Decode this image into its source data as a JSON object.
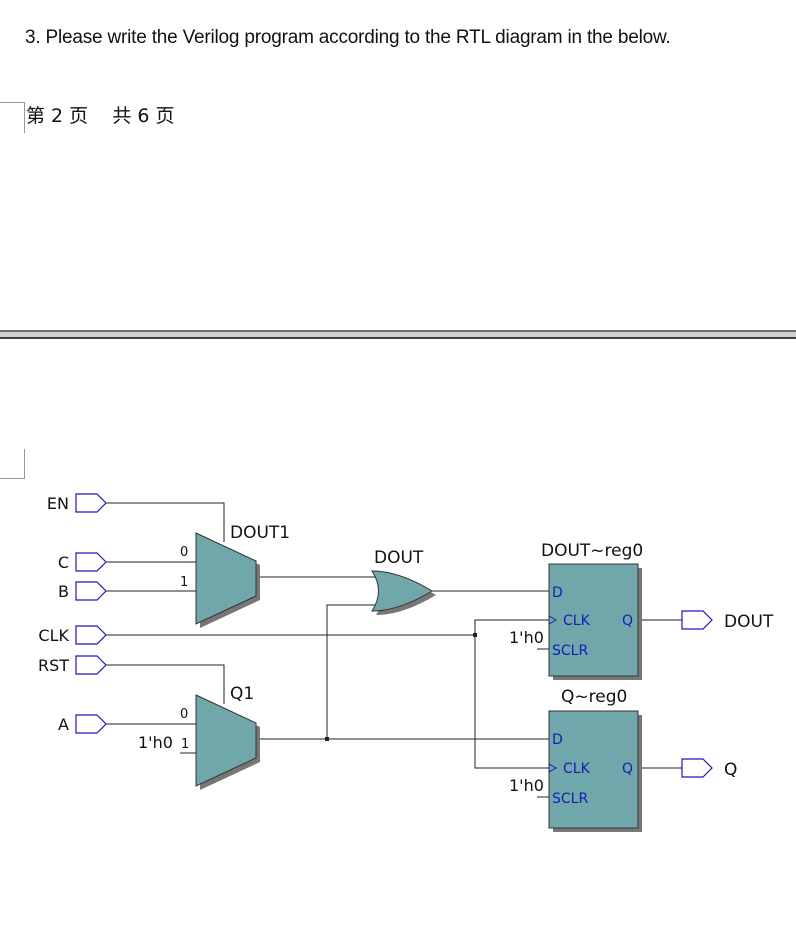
{
  "question": {
    "text": "3. Please write the Verilog program according to the RTL diagram in the below."
  },
  "page_footer": {
    "text": "第 2 页    共 6 页"
  },
  "diagram": {
    "inputs": [
      "EN",
      "C",
      "B",
      "CLK",
      "RST",
      "A"
    ],
    "outputs": [
      "DOUT",
      "Q"
    ],
    "mux_dout1": {
      "name": "DOUT1",
      "sel0": "0",
      "sel1": "1"
    },
    "mux_q1": {
      "name": "Q1",
      "sel0": "0",
      "sel1": "1",
      "const": "1'h0"
    },
    "or_gate": {
      "name": "DOUT"
    },
    "reg_dout": {
      "name": "DOUT~reg0",
      "d": "D",
      "clk": "CLK",
      "q": "Q",
      "sclr": "SCLR",
      "const": "1'h0"
    },
    "reg_q": {
      "name": "Q~reg0",
      "d": "D",
      "clk": "CLK",
      "q": "Q",
      "sclr": "SCLR",
      "const": "1'h0"
    },
    "colors": {
      "block_fill": "#6fa7ab",
      "port_outline": "#1a1ab8",
      "wire": "#222222"
    }
  }
}
